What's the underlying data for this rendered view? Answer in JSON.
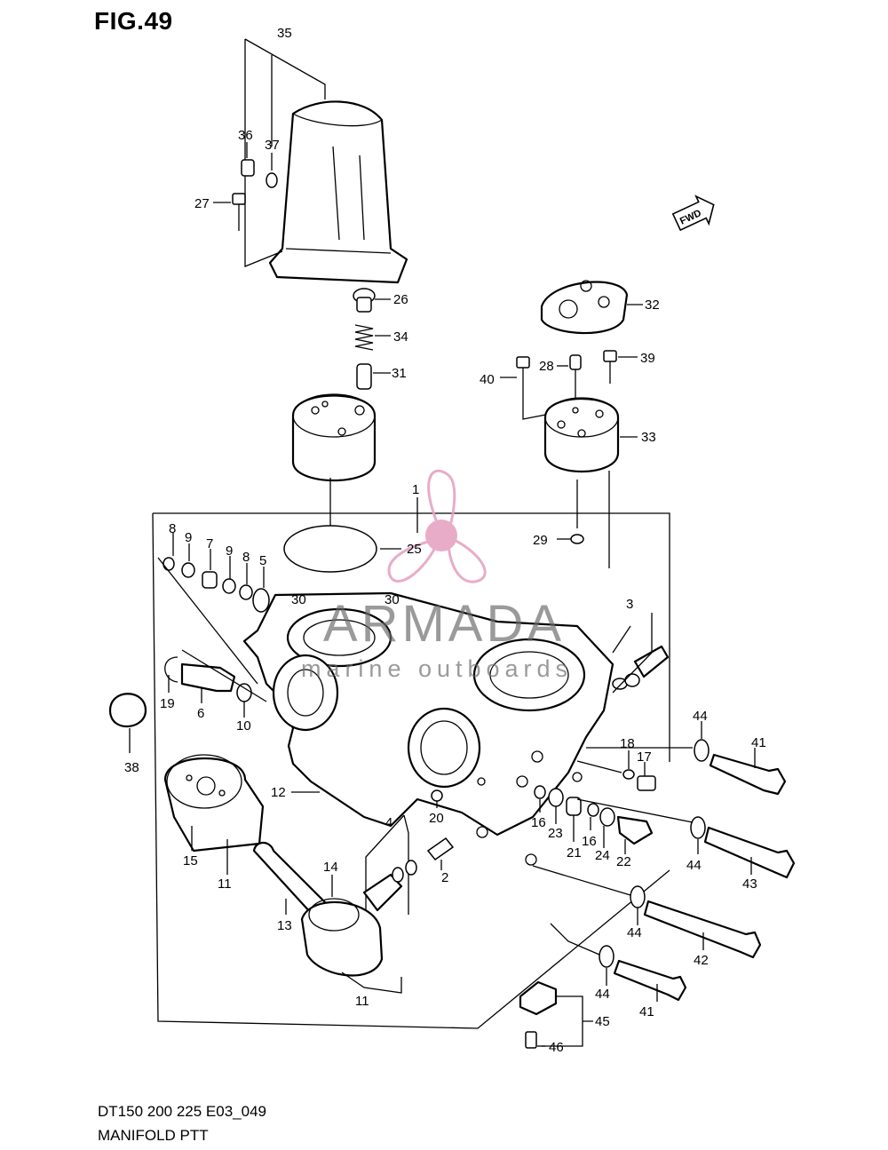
{
  "figure": {
    "title": "FIG.49",
    "model_code": "DT150 200 225 E03_049",
    "name": "MANIFOLD PTT",
    "direction_badge": "FWD",
    "direction_icon": "fwd-arrow-icon"
  },
  "watermark": {
    "brand": "ARMADA",
    "tagline": "marine outboards",
    "logo_icon": "propeller-icon",
    "logo_color": "#e6a4c4"
  },
  "callouts": {
    "c1": "1",
    "c2": "2",
    "c3": "3",
    "c4": "4",
    "c5": "5",
    "c6": "6",
    "c7": "7",
    "c8a": "8",
    "c8b": "8",
    "c9a": "9",
    "c9b": "9",
    "c10": "10",
    "c11a": "11",
    "c11b": "11",
    "c12": "12",
    "c13": "13",
    "c14": "14",
    "c15": "15",
    "c16a": "16",
    "c16b": "16",
    "c17": "17",
    "c18": "18",
    "c19": "19",
    "c20": "20",
    "c21": "21",
    "c22": "22",
    "c23": "23",
    "c24": "24",
    "c25": "25",
    "c26": "26",
    "c27": "27",
    "c28": "28",
    "c29": "29",
    "c30a": "30",
    "c30b": "30",
    "c31": "31",
    "c32": "32",
    "c33": "33",
    "c34": "34",
    "c35": "35",
    "c36": "36",
    "c37": "37",
    "c38": "38",
    "c39": "39",
    "c40": "40",
    "c41a": "41",
    "c41b": "41",
    "c42": "42",
    "c43": "43",
    "c44a": "44",
    "c44b": "44",
    "c44c": "44",
    "c44d": "44",
    "c45": "45",
    "c46": "46"
  }
}
